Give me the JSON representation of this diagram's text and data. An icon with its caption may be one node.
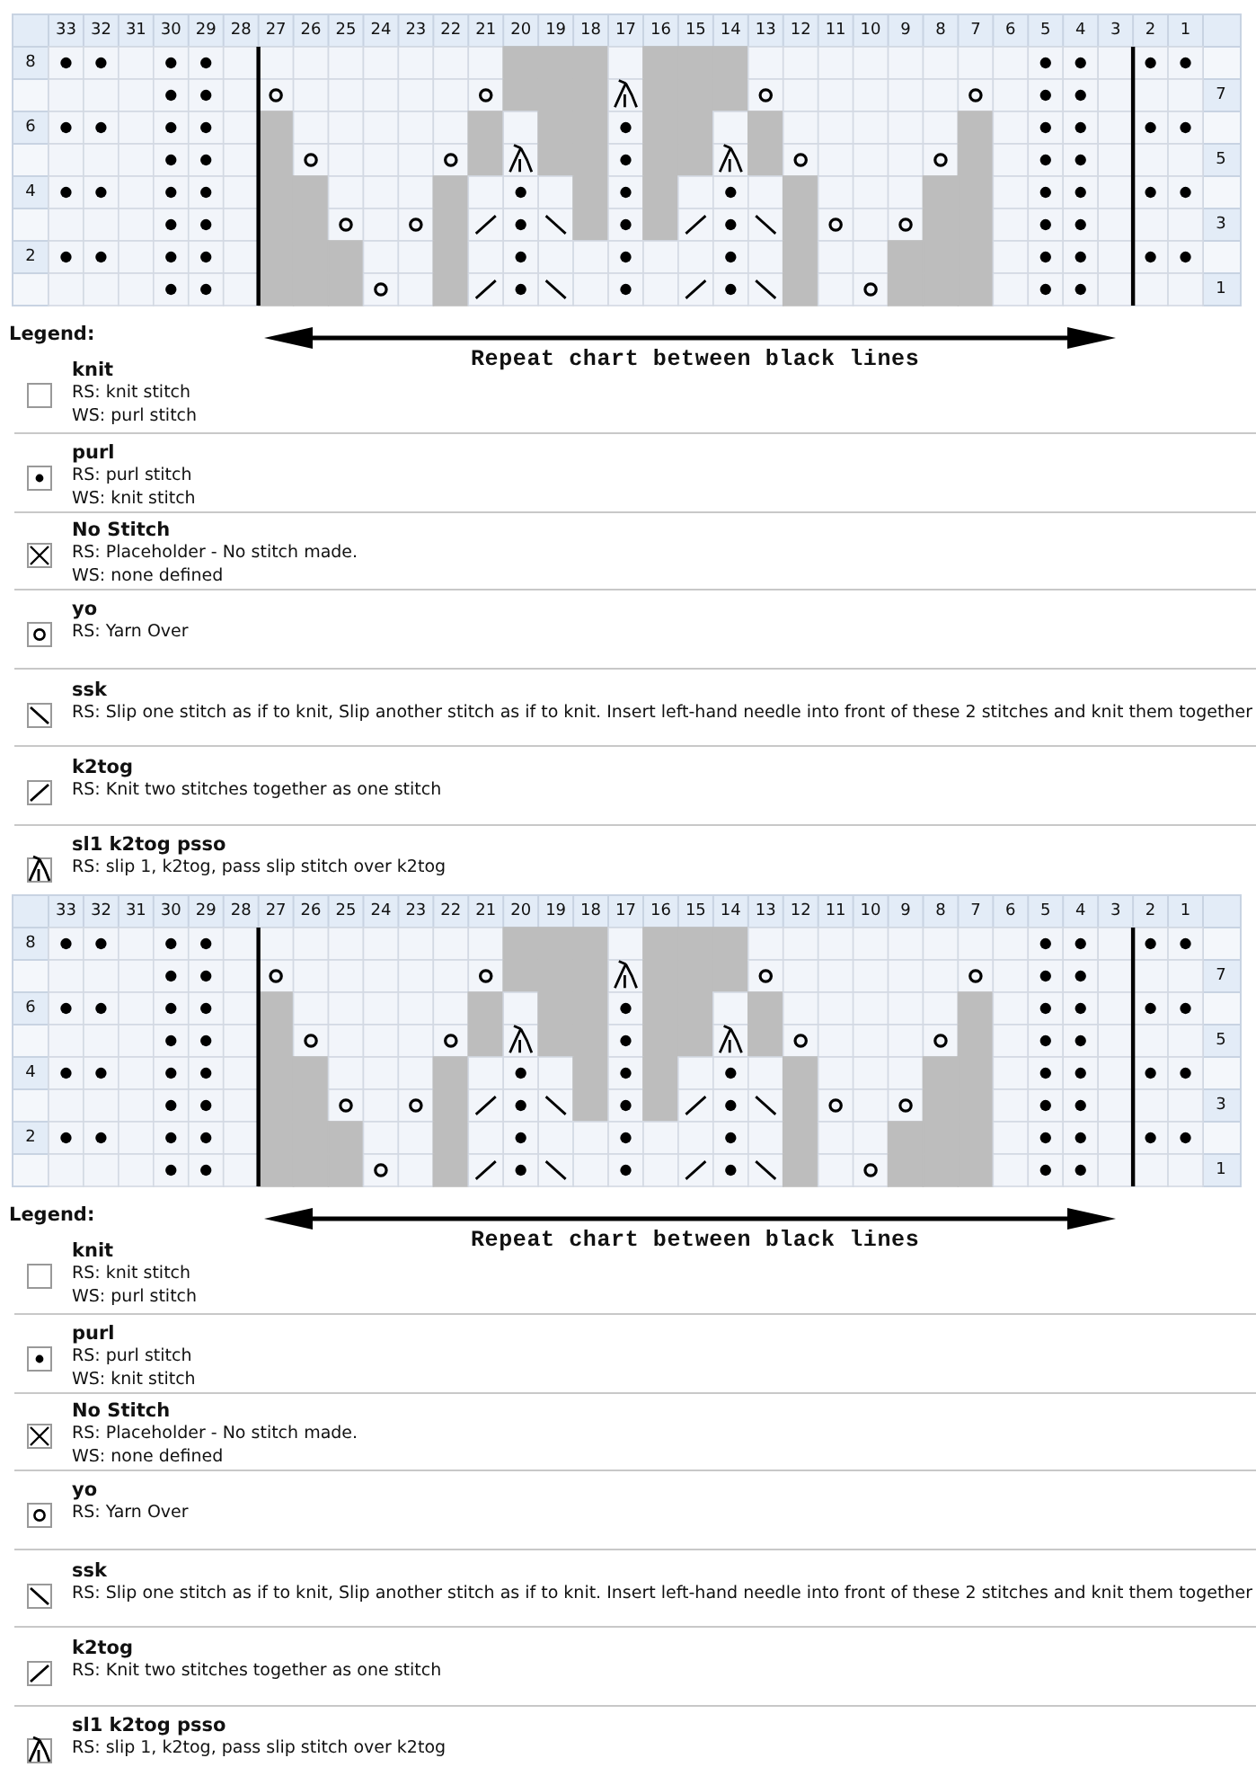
{
  "diagram": {
    "labels": [
      "33",
      "32",
      "31",
      "30",
      "29",
      "28",
      "27",
      "26",
      "25",
      "24",
      "23",
      "22",
      "21",
      "20",
      "19",
      "18",
      "17",
      "16",
      "15",
      "14",
      "13",
      "12",
      "11",
      "10",
      "9",
      "8",
      "7",
      "6",
      "5",
      "4",
      "3",
      "2",
      "1",
      "8",
      "7",
      "6",
      "5",
      "4",
      "3",
      "2",
      "1",
      "Legend:",
      "Repeat chart between black lines",
      "RS: knit stitch",
      "WS: purl stitch",
      "RS: purl stitch",
      "WS: knit stitch",
      "RS: Placeholder - No stitch made.",
      "WS: none defined",
      "RS: Yarn Over",
      "RS: Slip one stitch as if to knit, Slip another stitch as if to knit. Insert left-hand needle into front of these 2 stitches and knit them together",
      "RS: Knit two stitches together as one stitch",
      "RS: slip 1, k2tog, pass slip stitch over k2tog",
      "33",
      "32",
      "31",
      "30",
      "29",
      "28",
      "27",
      "26",
      "25",
      "24",
      "23",
      "22",
      "21",
      "20",
      "19",
      "18",
      "17",
      "16",
      "15",
      "14",
      "13",
      "12",
      "11",
      "10",
      "9",
      "8",
      "7",
      "6",
      "5",
      "4",
      "3",
      "2",
      "1",
      "8",
      "7",
      "6",
      "5",
      "4",
      "3",
      "2",
      "1",
      "Legend:",
      "Repeat chart between black lines",
      "RS: knit stitch",
      "WS: purl stitch",
      "RS: purl stitch",
      "WS: knit stitch",
      "RS: Placeholder - No stitch made.",
      "WS: none defined",
      "RS: Yarn Over",
      "RS: Slip one stitch as if to knit, Slip another stitch as if to knit. Insert left-hand needle into front of these 2 stitches and knit them together",
      "RS: Knit two stitches together as one stitch",
      "RS: slip 1, k2tog, pass slip stitch over k2tog"
    ],
    "legend": [
      {
        "text": "knit"
      },
      {
        "text": "purl"
      },
      {
        "text": "No Stitch"
      },
      {
        "text": "yo"
      },
      {
        "text": "ssk"
      },
      {
        "text": "k2tog"
      },
      {
        "text": "sl1 k2tog psso"
      },
      {
        "text": "knit"
      },
      {
        "text": "purl"
      },
      {
        "text": "No Stitch"
      },
      {
        "text": "yo"
      },
      {
        "text": "ssk"
      },
      {
        "text": "k2tog"
      },
      {
        "text": "sl1 k2tog psso"
      }
    ]
  }
}
